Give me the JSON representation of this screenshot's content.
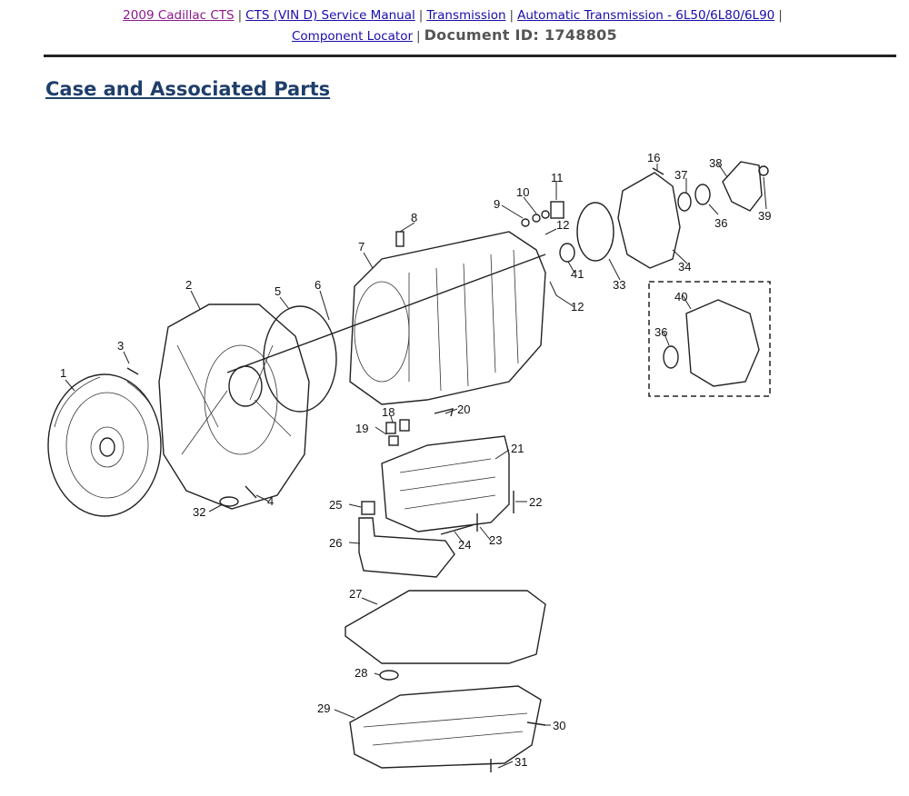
{
  "breadcrumb": {
    "items": [
      "2009 Cadillac CTS",
      "CTS (VIN D) Service Manual",
      "Transmission",
      "Automatic Transmission - 6L50/6L80/6L90",
      "Component Locator"
    ],
    "separator": "|",
    "document_id": "Document ID: 1748805"
  },
  "page": {
    "title": "Case and Associated Parts"
  },
  "diagram": {
    "callouts": [
      "1",
      "2",
      "3",
      "4",
      "5",
      "6",
      "7",
      "8",
      "9",
      "10",
      "11",
      "12",
      "12",
      "16",
      "18",
      "19",
      "20",
      "21",
      "22",
      "23",
      "24",
      "25",
      "26",
      "27",
      "28",
      "29",
      "30",
      "31",
      "32",
      "33",
      "34",
      "36",
      "36",
      "37",
      "38",
      "39",
      "40",
      "41"
    ]
  },
  "colors": {
    "link": "#1a0dab",
    "visited_link": "#8b1a8b",
    "heading": "#1f3e6b",
    "rule": "#222222"
  }
}
